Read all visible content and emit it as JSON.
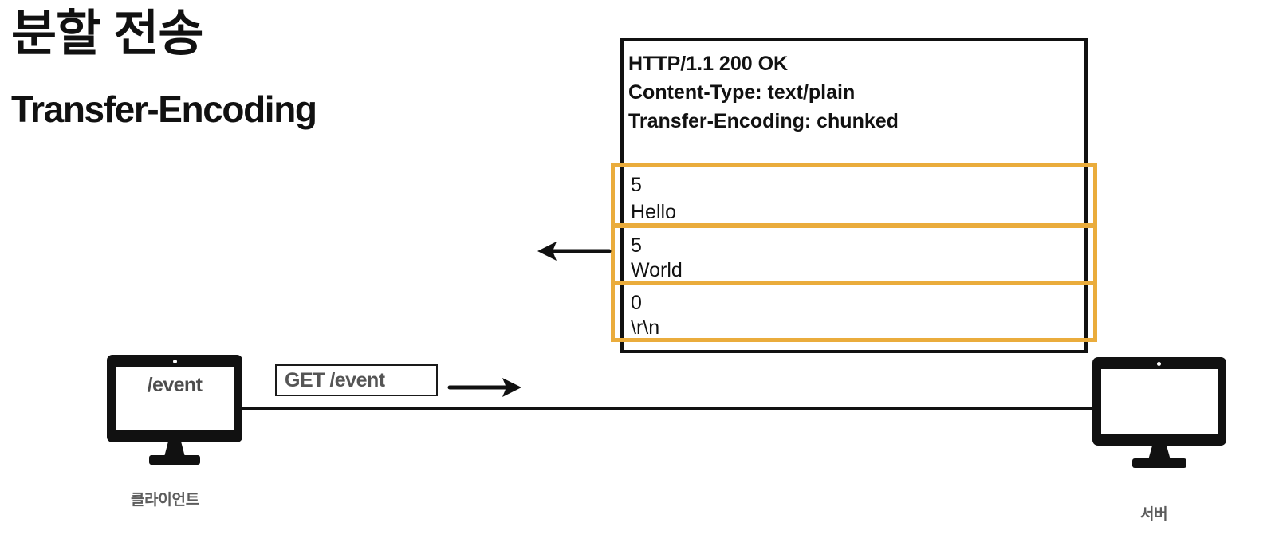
{
  "title": {
    "main": "분할 전송",
    "sub": "Transfer-Encoding"
  },
  "colors": {
    "chunk_border": "#eaac3c",
    "box_border": "#111111",
    "label_gray": "#5c5c5c",
    "screen_text_gray": "#4d4d4d"
  },
  "response": {
    "headers": [
      {
        "text": "HTTP/1.1 200 OK",
        "strong": false
      },
      {
        "text": "Content-Type: text/plain",
        "strong": false
      },
      {
        "text": "Transfer-Encoding: chunked",
        "strong": true
      }
    ],
    "chunks": [
      {
        "size": "5",
        "body": "Hello"
      },
      {
        "size": "5",
        "body": "World"
      },
      {
        "size": "0",
        "body": "\\r\\n"
      }
    ]
  },
  "request": {
    "label": "GET /event"
  },
  "client": {
    "screen_text": "/event",
    "label": "클라이언트"
  },
  "server": {
    "screen_text": "",
    "label": "서버"
  },
  "arrows": {
    "response_direction": "left",
    "request_direction": "right"
  }
}
